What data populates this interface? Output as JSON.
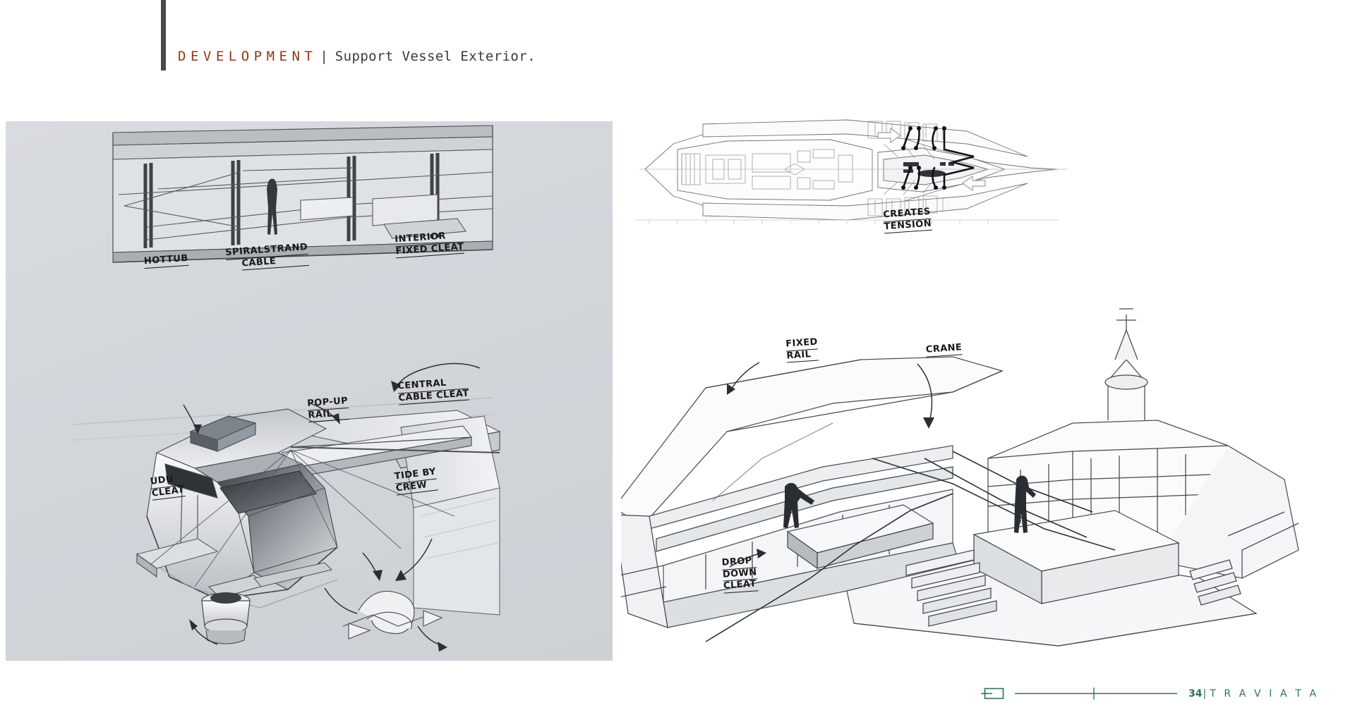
{
  "header": {
    "kicker": "DEVELOPMENT",
    "separator": "|",
    "subtitle": "Support Vessel Exterior.",
    "accent_color": "#8a3b14",
    "rule_color": "#4a4a4a"
  },
  "left_plate": {
    "name": "support-vessel-perspective-sketch",
    "background_color": "#d3d7dc",
    "annotations": [
      {
        "id": "hottub",
        "lines": [
          "HOTTUB"
        ]
      },
      {
        "id": "spiralstrand",
        "lines": [
          "SPIRALSTRAND",
          "CABLE"
        ]
      },
      {
        "id": "interior-cleat",
        "lines": [
          "INTERIOR",
          "FIXED CLEAT"
        ]
      },
      {
        "id": "central-cleat",
        "lines": [
          "CENTRAL",
          "CABLE CLEAT"
        ]
      },
      {
        "id": "popup-rail",
        "lines": [
          "POP-UP",
          "RAIL"
        ]
      },
      {
        "id": "sdu-cleat",
        "lines": [
          "UDU",
          "CLEAT"
        ]
      },
      {
        "id": "tide-by-crew",
        "lines": [
          "TIDE BY",
          "CREW"
        ]
      }
    ]
  },
  "right_plate": {
    "top_view": {
      "name": "deck-plan-top-view"
    },
    "tension_diagram": {
      "name": "cable-tension-diagram",
      "lines": [
        "CREATES",
        "TENSION"
      ]
    },
    "perspective": {
      "name": "aft-deck-perspective-sketch"
    },
    "annotations": [
      {
        "id": "fixed-rail",
        "lines": [
          "FIXED",
          "RAIL"
        ]
      },
      {
        "id": "crane",
        "lines": [
          "CRANE"
        ]
      },
      {
        "id": "drop-down-cleat",
        "lines": [
          "DROP",
          "DOWN",
          "CLEAT"
        ]
      }
    ]
  },
  "footer": {
    "page_number": "34",
    "bar": "|",
    "brand": "T R A V I A T A",
    "color": "#2b7355"
  }
}
